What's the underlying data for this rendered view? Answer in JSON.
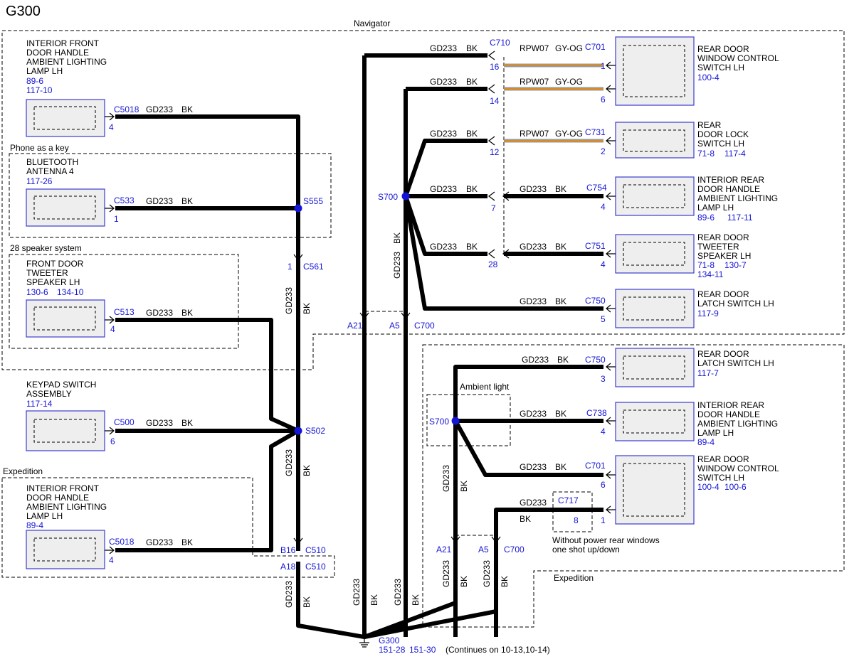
{
  "title": "G300",
  "groups": {
    "navigator": "Navigator",
    "phone_key": "Phone as a key",
    "speaker28": "28 speaker system",
    "expedition_left": "Expedition",
    "ambient": "Ambient light",
    "expedition_right": "Expedition",
    "note": "Without power rear windows",
    "note2": "one shot up/down"
  },
  "wire": {
    "circuit": "GD233",
    "color": "BK",
    "rpw": "RPW07",
    "gyog": "GY-OG"
  },
  "left_components": {
    "c1": {
      "l1": "INTERIOR FRONT",
      "l2": "DOOR HANDLE",
      "l3": "AMBIENT LIGHTING",
      "l4": "LAMP LH",
      "ref1": "89-6",
      "ref2": "117-10",
      "conn": "C5018",
      "pin": "4"
    },
    "c2": {
      "l1": "BLUETOOTH",
      "l2": "ANTENNA 4",
      "ref1": "117-26",
      "conn": "C533",
      "pin": "1"
    },
    "c3": {
      "l1": "FRONT DOOR",
      "l2": "TWEETER",
      "l3": "SPEAKER LH",
      "ref1": "130-6",
      "ref2": "134-10",
      "conn": "C513",
      "pin": "4"
    },
    "c4": {
      "l1": "KEYPAD SWITCH",
      "l2": "ASSEMBLY",
      "ref1": "117-14",
      "conn": "C500",
      "pin": "6"
    },
    "c5": {
      "l1": "INTERIOR FRONT",
      "l2": "DOOR HANDLE",
      "l3": "AMBIENT LIGHTING",
      "l4": "LAMP LH",
      "ref1": "89-4",
      "conn": "C5018",
      "pin": "4"
    }
  },
  "splices": {
    "s555": "S555",
    "s502": "S502",
    "s700a": "S700",
    "s700b": "S700"
  },
  "inline": {
    "c561": "C561",
    "c561_pin": "1",
    "b16": "B16",
    "c510a": "C510",
    "a18": "A18",
    "c510b": "C510",
    "a21": "A21",
    "a5": "A5",
    "c700": "C700",
    "a21b": "A21",
    "a5b": "A5",
    "c700b": "C700",
    "c710": "C710",
    "p16": "16",
    "p14": "14",
    "p12": "12",
    "p7": "7",
    "p28": "28",
    "c717": "C717",
    "p8": "8"
  },
  "right_components": {
    "r1": {
      "l1": "REAR DOOR",
      "l2": "WINDOW CONTROL",
      "l3": "SWITCH LH",
      "ref1": "100-4",
      "conn": "C701",
      "pinA": "1",
      "pinB": "6"
    },
    "r2": {
      "l1": "REAR",
      "l2": "DOOR LOCK",
      "l3": "SWITCH LH",
      "ref1": "71-8",
      "ref2": "117-4",
      "conn": "C731",
      "pin": "2"
    },
    "r3": {
      "l1": "INTERIOR REAR",
      "l2": "DOOR HANDLE",
      "l3": "AMBIENT LIGHTING",
      "l4": "LAMP LH",
      "ref1": "89-6",
      "ref2": "117-11",
      "conn": "C754",
      "pin": "4"
    },
    "r4": {
      "l1": "REAR DOOR",
      "l2": "TWEETER",
      "l3": "SPEAKER LH",
      "ref1": "71-8",
      "ref2": "130-7",
      "ref3": "134-11",
      "conn": "C751",
      "pin": "4"
    },
    "r5": {
      "l1": "REAR DOOR",
      "l2": "LATCH SWITCH LH",
      "ref1": "117-9",
      "conn": "C750",
      "pin": "5"
    },
    "r6": {
      "l1": "REAR DOOR",
      "l2": "LATCH SWITCH LH",
      "ref1": "117-7",
      "conn": "C750",
      "pin": "3"
    },
    "r7": {
      "l1": "INTERIOR REAR",
      "l2": "DOOR HANDLE",
      "l3": "AMBIENT LIGHTING",
      "l4": "LAMP LH",
      "ref1": "89-4",
      "conn": "C738",
      "pin": "4"
    },
    "r8": {
      "l1": "REAR DOOR",
      "l2": "WINDOW CONTROL",
      "l3": "SWITCH LH",
      "ref1": "100-4",
      "ref2": "100-6",
      "conn": "C701",
      "pinA": "6",
      "pinB": "1"
    }
  },
  "ground": {
    "name": "G300",
    "ref1": "151-28",
    "ref2": "151-30",
    "note": "(Continues on 10-13,10-14)"
  }
}
